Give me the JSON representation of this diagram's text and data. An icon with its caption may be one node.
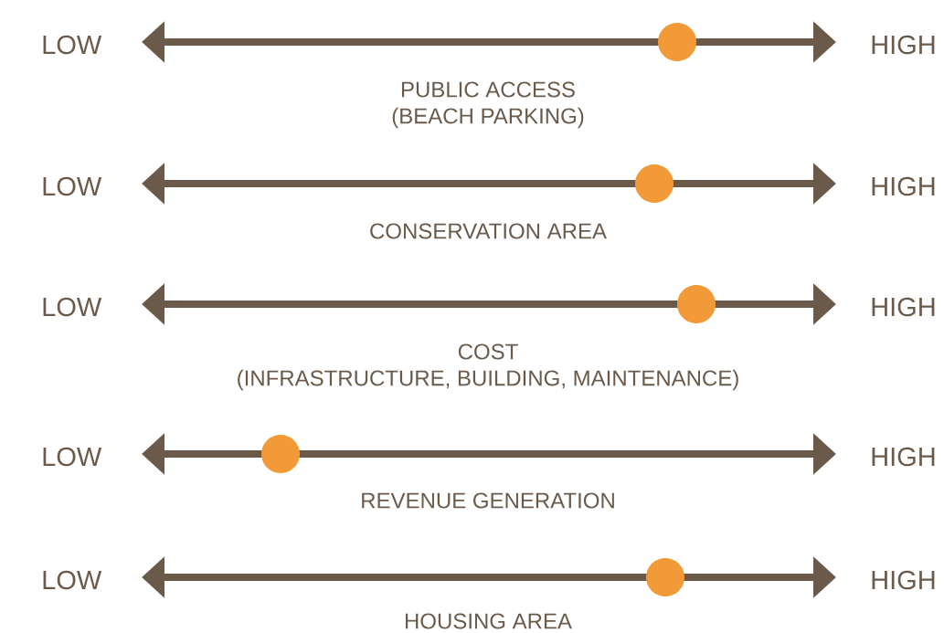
{
  "diagram": {
    "labels": [
      "LOW",
      "HIGH",
      "PUBLIC ACCESS",
      "(BEACH PARKING)",
      "LOW",
      "HIGH",
      "CONSERVATION AREA",
      "LOW",
      "HIGH",
      "COST",
      "(INFRASTRUCTURE, BUILDING, MAINTENANCE)",
      "LOW",
      "HIGH",
      "REVENUE GENERATION",
      "LOW",
      "HIGH",
      "HOUSING AREA"
    ]
  }
}
